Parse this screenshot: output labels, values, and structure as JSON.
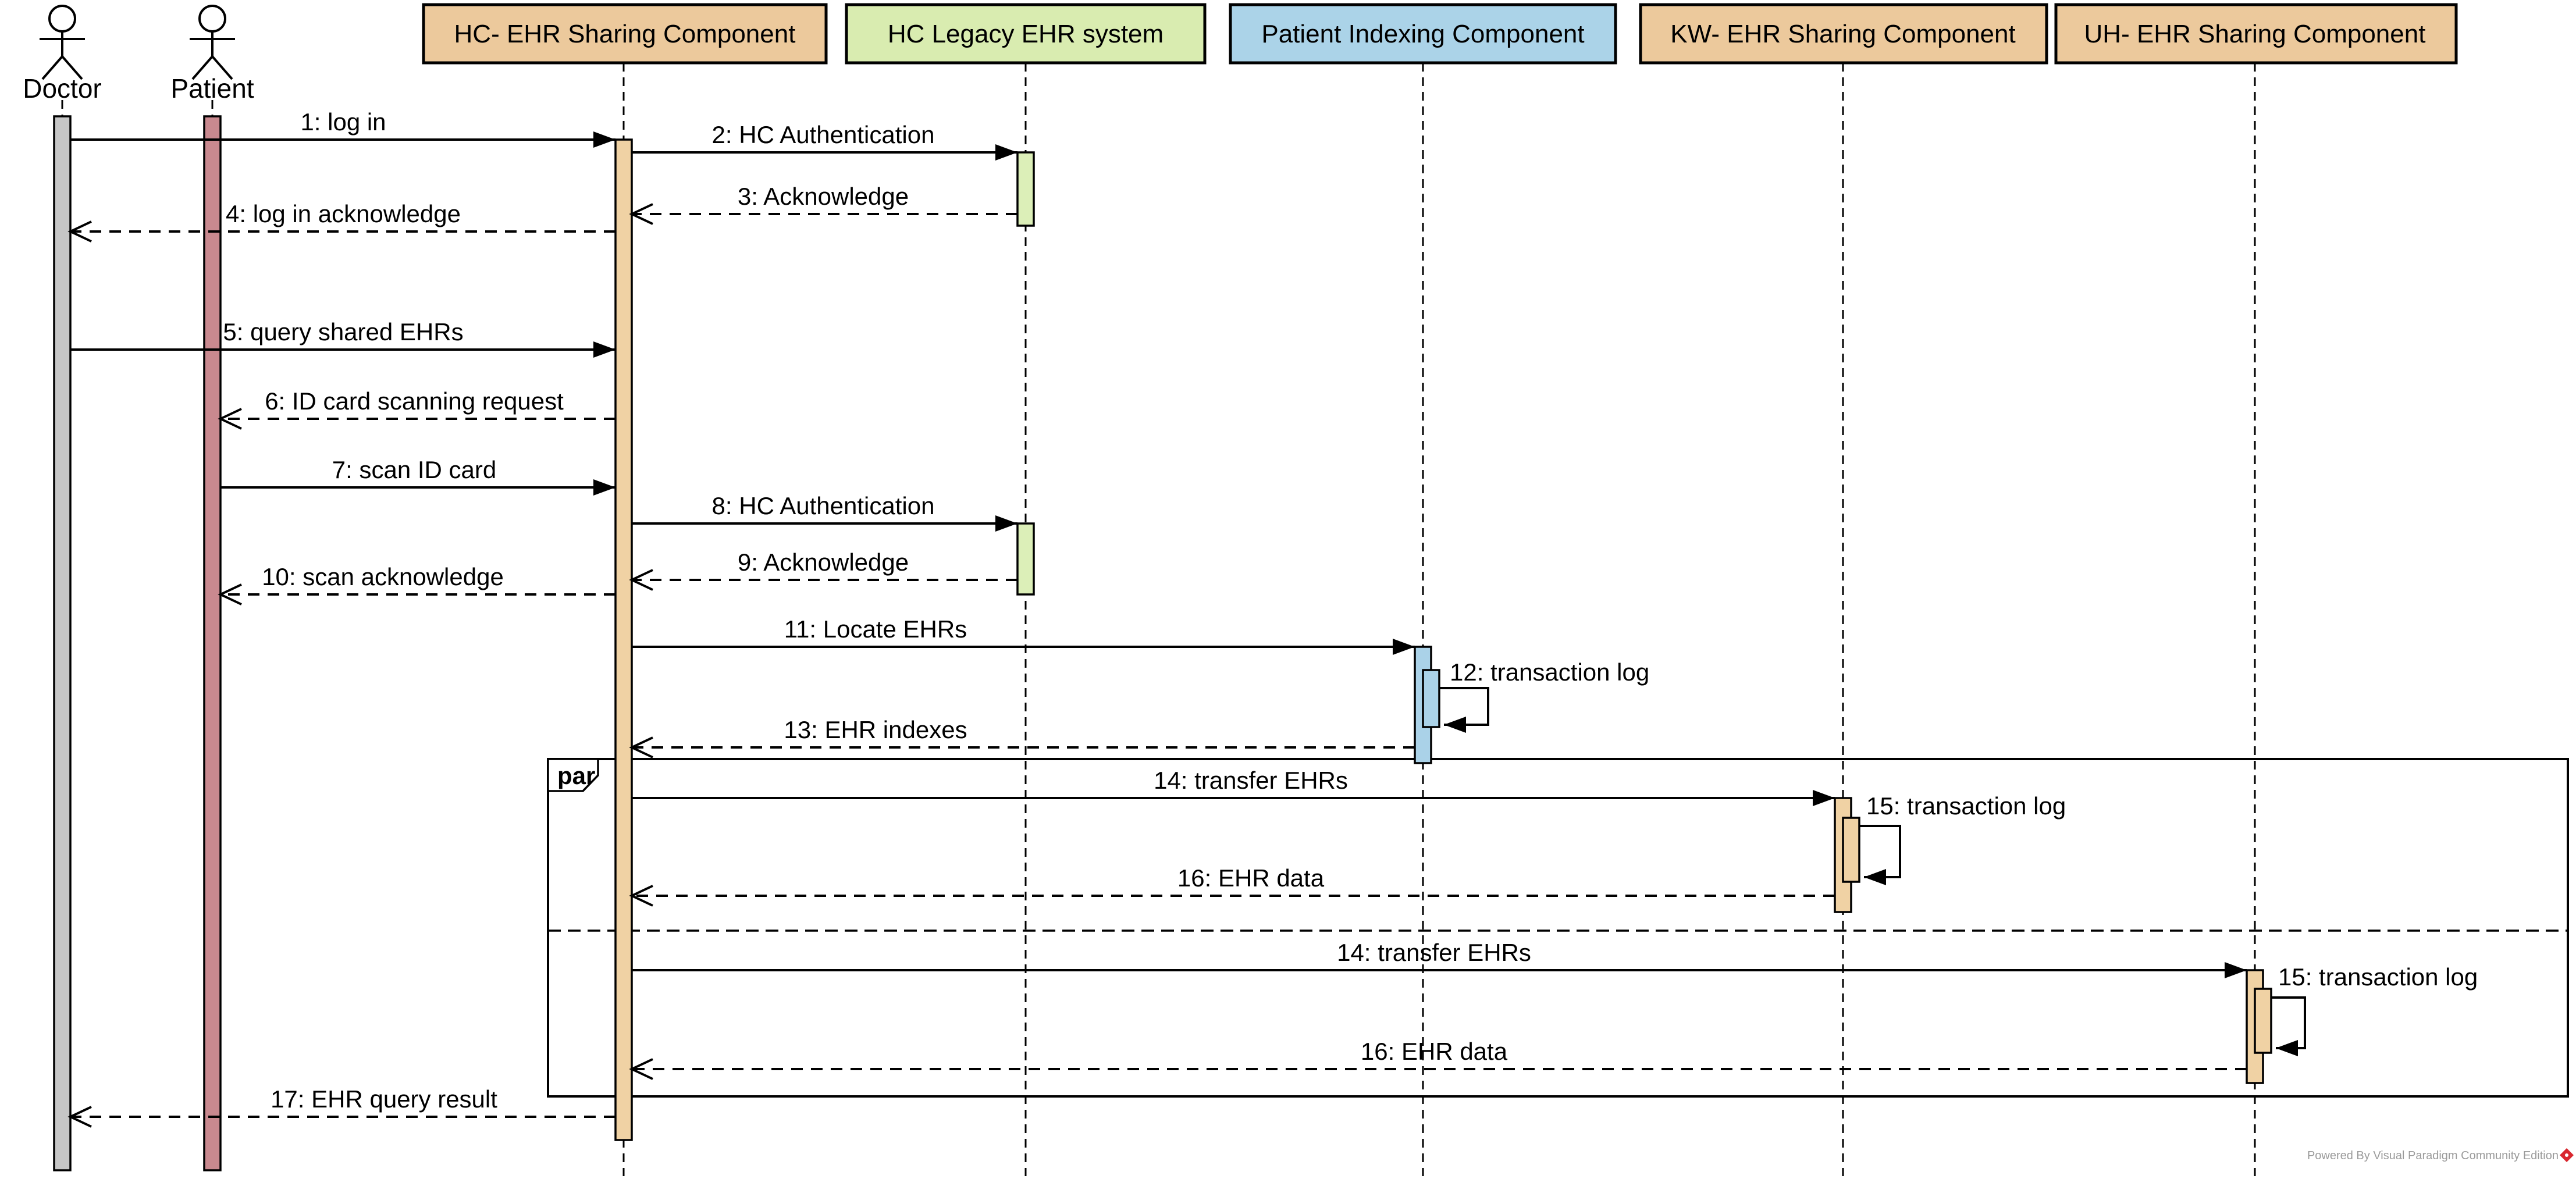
{
  "actors": [
    {
      "name": "Doctor",
      "color": "#c6c6c6"
    },
    {
      "name": "Patient",
      "color": "#c9898f"
    }
  ],
  "components": [
    {
      "name": "HC- EHR Sharing Component",
      "color": "#ecc99c"
    },
    {
      "name": "HC Legacy EHR system",
      "color": "#d9ecb0"
    },
    {
      "name": "Patient Indexing Component",
      "color": "#abd3e8"
    },
    {
      "name": "KW- EHR Sharing Component",
      "color": "#ecc99c"
    },
    {
      "name": "UH- EHR Sharing Component",
      "color": "#ecc99c"
    }
  ],
  "activation_colors": {
    "doctor": "#c6c6c6",
    "patient": "#c9898f",
    "hc": "#f0d2a4",
    "legacy": "#dcefb8",
    "pic": "#aad2e8",
    "kw": "#f0d2a4",
    "uh": "#f0d2a4"
  },
  "messages": [
    "1: log in",
    "2: HC Authentication",
    "3: Acknowledge",
    "4: log in acknowledge",
    "5: query shared EHRs",
    "6: ID card scanning request",
    "7: scan ID card",
    "8: HC Authentication",
    "9: Acknowledge",
    "10: scan acknowledge",
    "11: Locate EHRs",
    "12: transaction log",
    "13: EHR indexes",
    "14: transfer EHRs",
    "15: transaction log",
    "16: EHR data",
    "14: transfer EHRs",
    "15: transaction log",
    "16: EHR data",
    "17: EHR query result"
  ],
  "fragment": {
    "operator": "par"
  },
  "watermark": {
    "text": "Powered By Visual Paradigm Community Edition",
    "logo_color": "#d9272e"
  }
}
